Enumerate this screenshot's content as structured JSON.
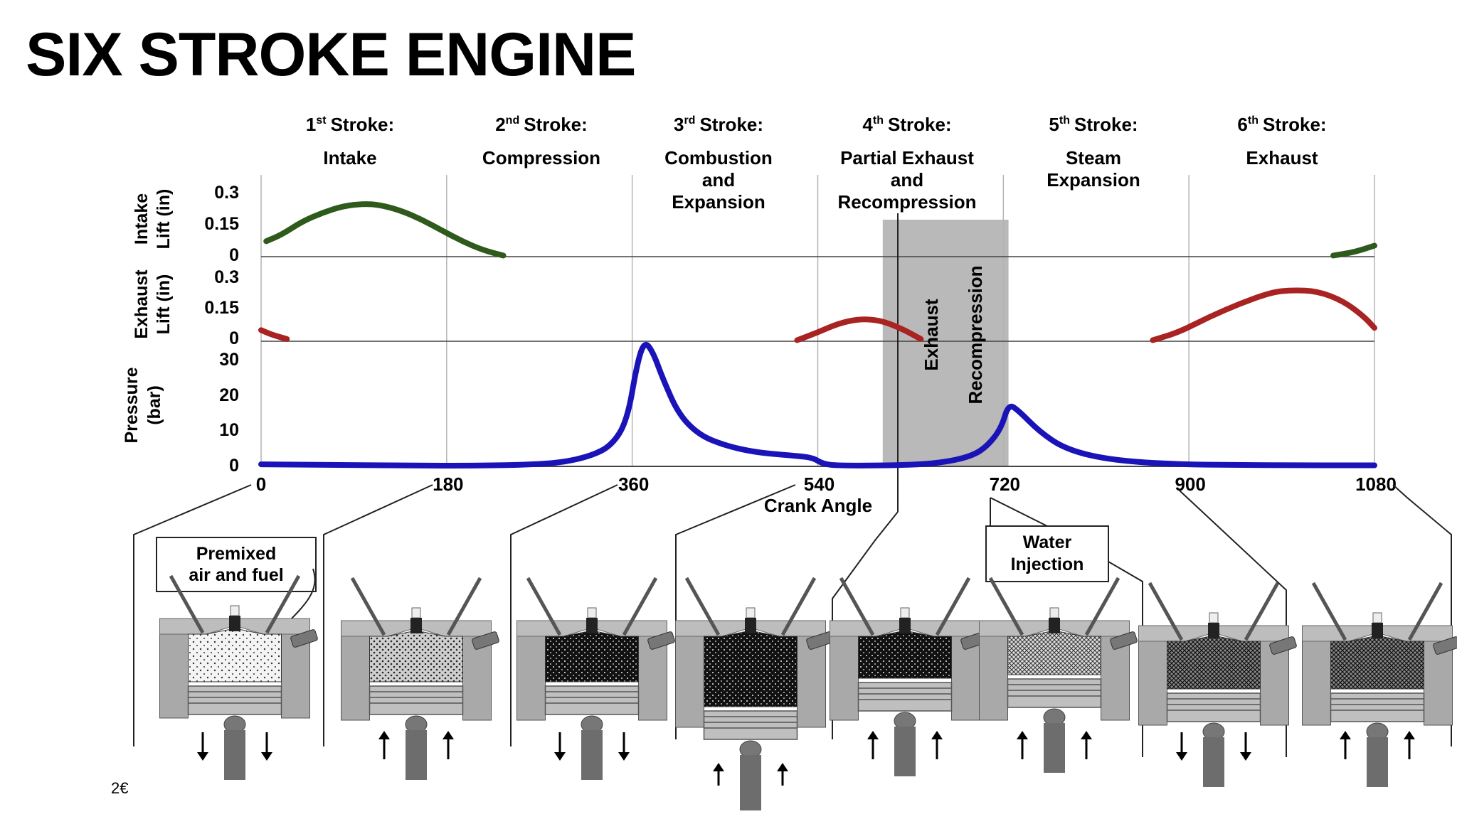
{
  "slide": {
    "title": "SIX STROKE ENGINE",
    "page_number": "2€"
  },
  "strokes": [
    {
      "ordinal": "1",
      "suffix": "st",
      "label": "Stroke:",
      "lines": [
        "Intake"
      ]
    },
    {
      "ordinal": "2",
      "suffix": "nd",
      "label": "Stroke:",
      "lines": [
        "Compression"
      ]
    },
    {
      "ordinal": "3",
      "suffix": "rd",
      "label": "Stroke:",
      "lines": [
        "Combustion",
        "and",
        "Expansion"
      ]
    },
    {
      "ordinal": "4",
      "suffix": "th",
      "label": "Stroke:",
      "lines": [
        "Partial Exhaust",
        "and",
        "Recompression"
      ]
    },
    {
      "ordinal": "5",
      "suffix": "th",
      "label": "Stroke:",
      "lines": [
        "Steam",
        "Expansion"
      ]
    },
    {
      "ordinal": "6",
      "suffix": "th",
      "label": "Stroke:",
      "lines": [
        "Exhaust"
      ]
    }
  ],
  "axes": {
    "intake": {
      "label_lines": [
        "Intake",
        "Lift (in)"
      ],
      "ticks": [
        "0.3",
        "0.15",
        "0"
      ]
    },
    "exhaust": {
      "label_lines": [
        "Exhaust",
        "Lift (in)"
      ],
      "ticks": [
        "0.3",
        "0.15",
        "0"
      ]
    },
    "pressure": {
      "label_lines": [
        "Pressure",
        "(bar)"
      ],
      "ticks": [
        "30",
        "20",
        "10",
        "0"
      ]
    },
    "x": {
      "label": "Crank Angle",
      "ticks": [
        "0",
        "180",
        "360",
        "540",
        "720",
        "900",
        "1080"
      ]
    }
  },
  "shaded_region": {
    "labels": [
      "Exhaust",
      "Recompression"
    ],
    "color": "#b9b9b9"
  },
  "callouts": {
    "premixed": [
      "Premixed",
      "air and fuel"
    ],
    "water": [
      "Water",
      "Injection"
    ]
  },
  "chart_data": {
    "type": "line",
    "xlabel": "Crank Angle",
    "xlim": [
      0,
      1080
    ],
    "xticks": [
      0,
      180,
      360,
      540,
      720,
      900,
      1080
    ],
    "colors": {
      "intake": "#2e5a1c",
      "exhaust": "#a92323",
      "pressure": "#1a14b8"
    },
    "panels": [
      {
        "name": "intake",
        "ylabel": "Intake Lift (in)",
        "ylim": [
          0,
          0.3
        ],
        "segments": [
          [
            [
              5,
              0.07
            ],
            [
              20,
              0.1
            ],
            [
              40,
              0.16
            ],
            [
              60,
              0.2
            ],
            [
              80,
              0.23
            ],
            [
              100,
              0.24
            ],
            [
              115,
              0.235
            ],
            [
              135,
              0.21
            ],
            [
              155,
              0.17
            ],
            [
              175,
              0.12
            ],
            [
              195,
              0.07
            ],
            [
              215,
              0.03
            ],
            [
              235,
              0.005
            ]
          ],
          [
            [
              1040,
              0.005
            ],
            [
              1060,
              0.02
            ],
            [
              1080,
              0.05
            ]
          ]
        ]
      },
      {
        "name": "exhaust",
        "ylabel": "Exhaust Lift (in)",
        "ylim": [
          0,
          0.3
        ],
        "segments": [
          [
            [
              0,
              0.05
            ],
            [
              10,
              0.03
            ],
            [
              25,
              0.01
            ]
          ],
          [
            [
              520,
              0.005
            ],
            [
              540,
              0.04
            ],
            [
              560,
              0.08
            ],
            [
              580,
              0.1
            ],
            [
              600,
              0.095
            ],
            [
              620,
              0.06
            ],
            [
              640,
              0.01
            ]
          ],
          [
            [
              865,
              0.005
            ],
            [
              890,
              0.04
            ],
            [
              920,
              0.11
            ],
            [
              950,
              0.17
            ],
            [
              980,
              0.22
            ],
            [
              1000,
              0.23
            ],
            [
              1025,
              0.225
            ],
            [
              1050,
              0.18
            ],
            [
              1070,
              0.11
            ],
            [
              1080,
              0.06
            ]
          ]
        ]
      },
      {
        "name": "pressure",
        "ylabel": "Pressure (bar)",
        "ylim": [
          0,
          36
        ],
        "segments": [
          [
            [
              0,
              0.6
            ],
            [
              150,
              0.2
            ],
            [
              200,
              0.2
            ],
            [
              250,
              0.4
            ],
            [
              290,
              1
            ],
            [
              320,
              3
            ],
            [
              340,
              6
            ],
            [
              355,
              13
            ],
            [
              365,
              30
            ],
            [
              372,
              36
            ],
            [
              380,
              33
            ],
            [
              390,
              25
            ],
            [
              405,
              15
            ],
            [
              425,
              9
            ],
            [
              450,
              6
            ],
            [
              480,
              4
            ],
            [
              520,
              3
            ],
            [
              535,
              2.5
            ],
            [
              545,
              0.7
            ],
            [
              560,
              0.2
            ],
            [
              620,
              0.3
            ],
            [
              660,
              1
            ],
            [
              690,
              3
            ],
            [
              705,
              6
            ],
            [
              718,
              11
            ],
            [
              725,
              18
            ],
            [
              735,
              16
            ],
            [
              755,
              10
            ],
            [
              780,
              5
            ],
            [
              820,
              2
            ],
            [
              880,
              0.6
            ],
            [
              980,
              0.3
            ],
            [
              1080,
              0.3
            ]
          ]
        ]
      }
    ]
  }
}
